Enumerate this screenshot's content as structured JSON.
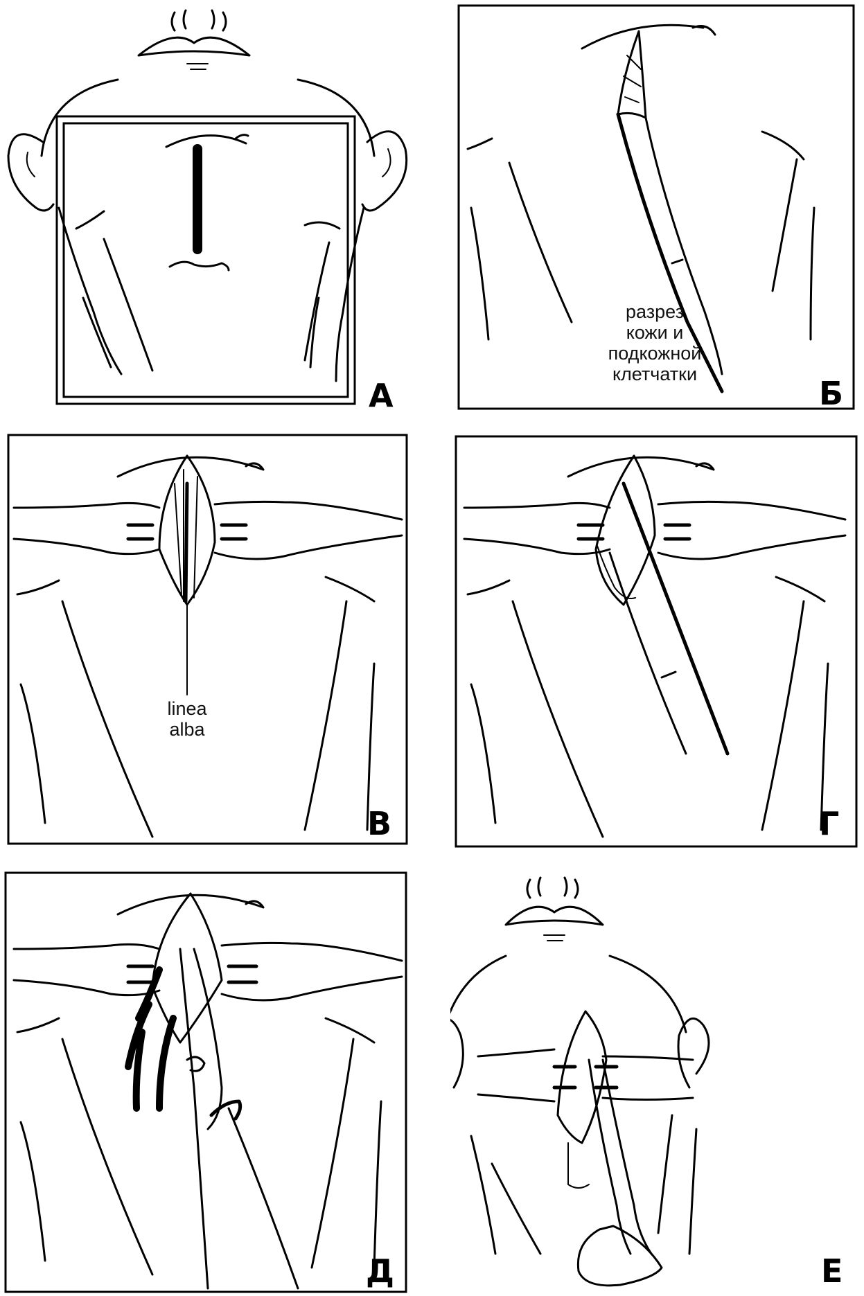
{
  "panels": [
    {
      "label": "А"
    },
    {
      "label": "Б",
      "note": [
        "разрез",
        "кожи и",
        "подкожной",
        "клетчатки"
      ]
    },
    {
      "label": "В",
      "note": [
        "linea",
        "alba"
      ]
    },
    {
      "label": "Г"
    },
    {
      "label": "Д"
    },
    {
      "label": "Е"
    }
  ]
}
